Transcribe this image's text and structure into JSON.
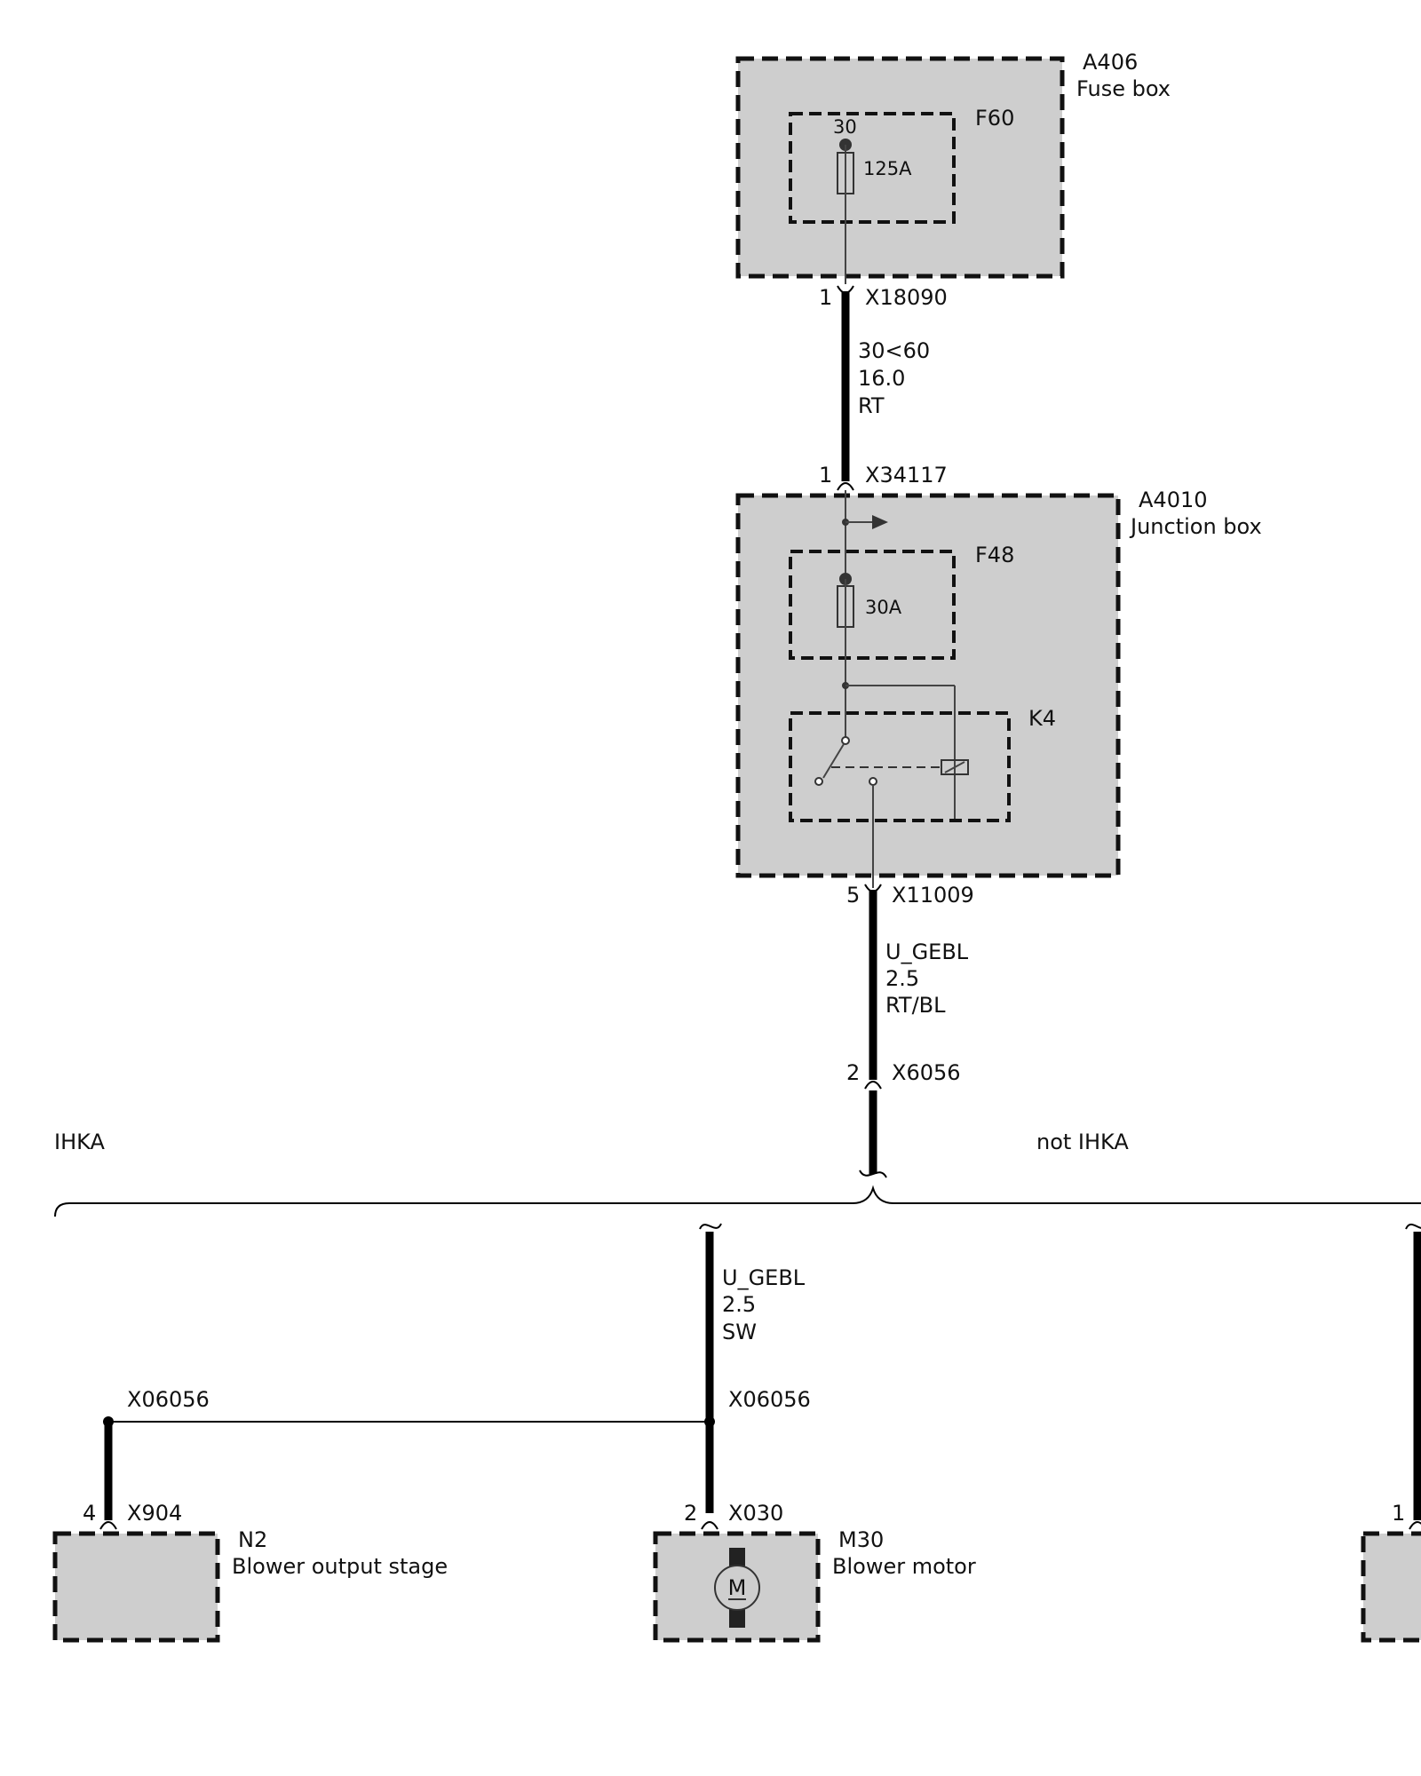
{
  "components": {
    "a406": {
      "id": "A406",
      "name": "Fuse box"
    },
    "f60": {
      "id": "F60",
      "pin": "30",
      "rating": "125A"
    },
    "a4010": {
      "id": "A4010",
      "name": "Junction box"
    },
    "f48": {
      "id": "F48",
      "rating": "30A"
    },
    "k4": {
      "id": "K4"
    },
    "n2": {
      "id": "N2",
      "name": "Blower output stage"
    },
    "m30": {
      "id": "M30",
      "name": "Blower motor",
      "symbol": "M"
    }
  },
  "connectors": {
    "x18090": {
      "id": "X18090",
      "pin": "1"
    },
    "x34117": {
      "id": "X34117",
      "pin": "1"
    },
    "x11009": {
      "id": "X11009",
      "pin": "5"
    },
    "x6056": {
      "id": "X6056",
      "pin": "2"
    },
    "x06056_left": {
      "id": "X06056"
    },
    "x06056_mid": {
      "id": "X06056"
    },
    "x904": {
      "id": "X904",
      "pin": "4"
    },
    "x030": {
      "id": "X030",
      "pin": "2"
    },
    "right_partial": {
      "pin": "1"
    }
  },
  "wires": {
    "w1": {
      "signal": "30<60",
      "gauge": "16.0",
      "color": "RT"
    },
    "w2": {
      "signal": "U_GEBL",
      "gauge": "2.5",
      "color": "RT/BL"
    },
    "w3": {
      "signal": "U_GEBL",
      "gauge": "2.5",
      "color": "SW"
    }
  },
  "variants": {
    "left": "IHKA",
    "right": "not IHKA"
  },
  "colors": {
    "box_fill": "#cecece",
    "line": "#000000"
  }
}
